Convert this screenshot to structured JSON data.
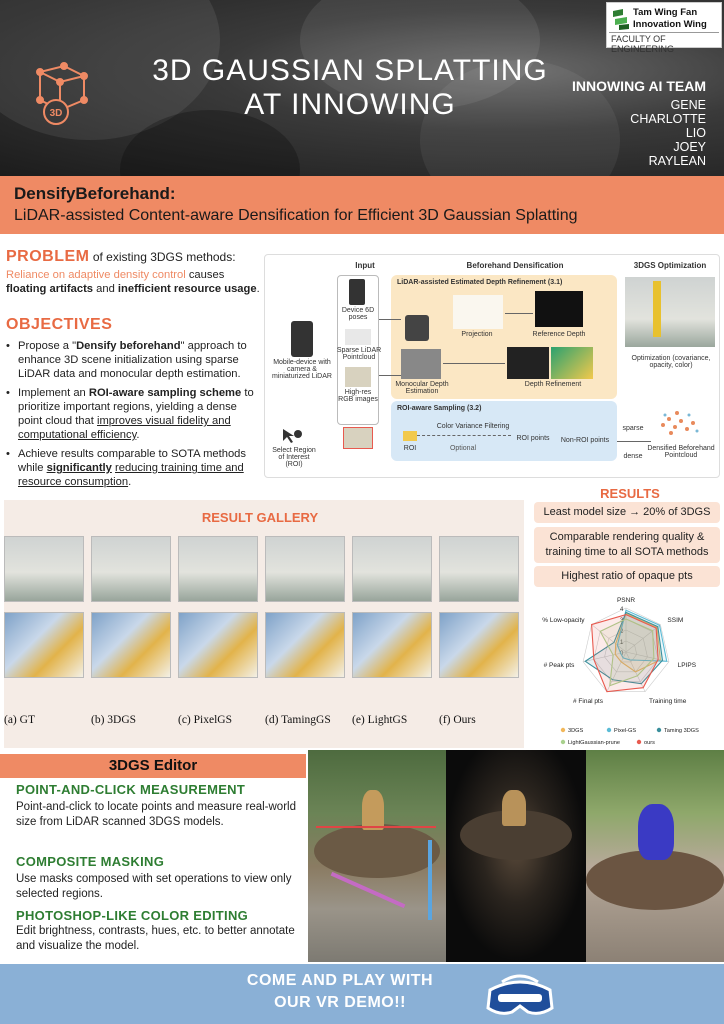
{
  "header": {
    "title_line1": "3D GAUSSIAN SPLATTING",
    "title_line2": "AT INNOWING",
    "badge_text": "3D",
    "team_title": "INNOWING AI TEAM",
    "members": [
      "GENE",
      "CHARLOTTE",
      "LIO",
      "JOEY",
      "RAYLEAN"
    ],
    "logo_line1": "Tam Wing Fan",
    "logo_line2": "Innovation Wing",
    "logo_line3": "FACULTY OF ENGINEERING"
  },
  "paper": {
    "name": "DensifyBeforehand:",
    "subtitle": "LiDAR-assisted Content-aware Densification for Efficient 3D Gaussian Splatting"
  },
  "problem": {
    "heading": "PROBLEM",
    "heading_rest": " of existing 3DGS methods:",
    "highlight": "Reliance on adaptive density control",
    "text1": " causes",
    "bold1": "floating artifacts",
    "text2": " and ",
    "bold2": "inefficient resource usage",
    "text3": "."
  },
  "objectives": {
    "heading": "OBJECTIVES",
    "item1_a": "Propose a \"",
    "item1_b": "Densify beforehand",
    "item1_c": "\" approach to enhance 3D scene initialization using sparse LiDAR data and monocular depth estimation.",
    "item2_a": "Implement an ",
    "item2_b": "ROI-aware sampling scheme",
    "item2_c": " to prioritize important regions, yielding a dense point cloud that ",
    "item2_d": "improves visual fidelity and computational efficiency",
    "item2_e": ".",
    "item3_a": "Achieve results comparable to SOTA methods while ",
    "item3_b": "significantly",
    "item3_c": " ",
    "item3_d": "reducing training time and resource consumption",
    "item3_e": "."
  },
  "diagram": {
    "col_input": "Input",
    "col_densify": "Beforehand Densification",
    "col_opt": "3DGS Optimization",
    "section1": "LiDAR-assisted Estimated Depth Refinement (3.1)",
    "section2": "ROI-aware Sampling (3.2)",
    "mobile": "Mobile-device with camera & miniaturized LiDAR",
    "poses": "Device 6D poses",
    "sparse": "Sparse LiDAR Pointcloud",
    "images": "High-res RGB images",
    "select_roi": "Select Region of Interest (ROI)",
    "projection": "Projection",
    "ref_depth": "Reference Depth",
    "mono_depth": "Monocular Depth Estimation",
    "depth_ref": "Depth Refinement",
    "color_filter": "Color Variance Filtering",
    "optional": "Optional",
    "roi": "ROI",
    "roi_points": "ROI points",
    "non_roi": "Non-ROI points",
    "sparse_lbl": "sparse",
    "dense_lbl": "dense",
    "optimization": "Optimization (covariance, opacity, color)",
    "densified": "Densified Beforehand Pointcloud"
  },
  "gallery": {
    "title": "RESULT GALLERY",
    "labels": [
      "(a) GT",
      "(b) 3DGS",
      "(c) PixelGS",
      "(d) TamingGS",
      "(e) LightGS",
      "(f) Ours"
    ]
  },
  "results": {
    "title": "RESULTS",
    "boxes": [
      "Least model size → 20% of 3DGS",
      "Comparable rendering quality & training time to all SOTA methods",
      "Highest ratio of opaque pts"
    ]
  },
  "chart_data": {
    "type": "radar",
    "axes": [
      "PSNR",
      "SSIM",
      "LPIPS",
      "Training time",
      "# Final pts",
      "# Peak pts",
      "% Low-opacity"
    ],
    "radial_ticks": [
      0,
      1,
      2,
      3,
      4
    ],
    "rmax": 4,
    "series": [
      {
        "name": "3DGS",
        "color": "#f2b85b",
        "values": [
          3.5,
          3.6,
          3.2,
          2.0,
          1.0,
          1.0,
          1.2
        ]
      },
      {
        "name": "Pixel-GS",
        "color": "#5bbcd6",
        "values": [
          3.8,
          3.9,
          3.8,
          0.8,
          0.6,
          0.5,
          1.0
        ]
      },
      {
        "name": "Taming 3DGS",
        "color": "#3a8f9c",
        "values": [
          3.6,
          3.7,
          3.4,
          3.2,
          2.8,
          3.8,
          1.4
        ]
      },
      {
        "name": "LightGaussian-prune",
        "color": "#a9d18e",
        "values": [
          3.0,
          3.1,
          2.6,
          2.4,
          3.4,
          1.2,
          3.0
        ]
      },
      {
        "name": "ours",
        "color": "#e85a4f",
        "values": [
          3.4,
          3.5,
          3.0,
          3.6,
          4.0,
          3.0,
          4.0
        ]
      }
    ]
  },
  "editor": {
    "title": "3DGS Editor",
    "h1": "POINT-AND-CLICK MEASUREMENT",
    "b1": "Point-and-click to locate points and measure real-world size from LiDAR  scanned 3DGS models.",
    "h2": "COMPOSITE MASKING",
    "b2": "Use masks composed with set operations to view only selected regions.",
    "h3": "PHOTOSHOP-LIKE COLOR EDITING",
    "b3": "Edit brightness, contrasts, hues, etc. to better annotate and visualize the model."
  },
  "footer": {
    "line1": "COME AND PLAY WITH",
    "line2": "OUR VR DEMO!!"
  },
  "colors": {
    "accent_orange": "#ef8a64",
    "heading_orange": "#e86a43",
    "editor_green": "#2e7d32",
    "footer_blue": "#8ab0d6"
  }
}
